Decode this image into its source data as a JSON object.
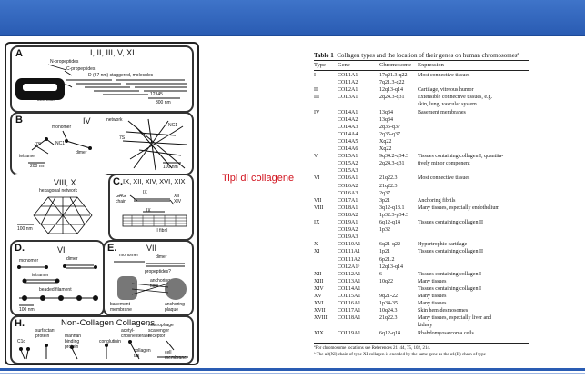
{
  "slide_title": "Tipi di collagene",
  "figure": {
    "panels": [
      {
        "id": "A",
        "title": "I, II, III, V, XI",
        "labels": [
          "N-propeptides",
          "C-propeptides",
          "D (67 nm) staggered, molecules",
          "12345",
          "300 nm",
          "secretion"
        ]
      },
      {
        "id": "B",
        "title": "IV",
        "labels": [
          "monomer",
          "7S",
          "NC1",
          "tetramer",
          "dimer",
          "200 nm",
          "network",
          "7S",
          "NC1",
          "100 nm"
        ]
      },
      {
        "id": "VIII",
        "title": "VIII, X",
        "labels": [
          "hexagonal network",
          "100 nm"
        ]
      },
      {
        "id": "C",
        "title": "IX, XII, XIV, XVI, XIX",
        "labels": [
          "GAG chain",
          "IX",
          "XII XIV",
          "IX",
          "II fibril"
        ]
      },
      {
        "id": "D",
        "title": "VI",
        "labels": [
          "monomer",
          "dimer",
          "tetramer",
          "beaded filament",
          "100 nm"
        ]
      },
      {
        "id": "E",
        "title": "VII",
        "labels": [
          "monomer",
          "dimer",
          "propeptides?",
          "anchoring fibril",
          "basement membrane",
          "anchoring plaque"
        ]
      },
      {
        "id": "H",
        "title": "Non-Collagen Collagens",
        "labels": [
          "macrophage scavenger receptor",
          "surfactant protein",
          "mannan binding protein",
          "acetyl-cholinesterase",
          "conglutinin",
          "C1q",
          "collagen tail",
          "cell membrane"
        ]
      }
    ]
  },
  "table": {
    "caption_bold": "Table 1",
    "caption_text": "Collagen types and the location of their genes on human chromosomesª",
    "headers": [
      "Type",
      "Gene",
      "Chromosome",
      "Expression"
    ],
    "rows": [
      [
        "I",
        "COL1A1",
        "17q21.3-q22",
        "Most connective tissues"
      ],
      [
        "",
        "COL1A2",
        "7q21.3-q22",
        ""
      ],
      [
        "II",
        "COL2A1",
        "12q13-q14",
        "Cartilage, vitreous humor"
      ],
      [
        "III",
        "COL3A1",
        "2q24.3-q31",
        "Extensible connective tissues, e.g."
      ],
      [
        "",
        "",
        "",
        "skin, lung, vascular system"
      ],
      [
        "IV",
        "COL4A1",
        "13q34",
        "Basement membranes"
      ],
      [
        "",
        "COL4A2",
        "13q34",
        ""
      ],
      [
        "",
        "COL4A3",
        "2q35-q37",
        ""
      ],
      [
        "",
        "COL4A4",
        "2q35-q37",
        ""
      ],
      [
        "",
        "COL4A5",
        "Xq22",
        ""
      ],
      [
        "",
        "COL4A6",
        "Xq22",
        ""
      ],
      [
        "V",
        "COL5A1",
        "9q34.2-q34.3",
        "Tissues containing collagen I, quantita-"
      ],
      [
        "",
        "COL5A2",
        "2q24.3-q31",
        "tively minor component"
      ],
      [
        "",
        "COL5A3",
        "",
        ""
      ],
      [
        "VI",
        "COL6A1",
        "21q22.3",
        "Most connective tissues"
      ],
      [
        "",
        "COL6A2",
        "21q22.3",
        ""
      ],
      [
        "",
        "COL6A3",
        "2q37",
        ""
      ],
      [
        "VII",
        "COL7A1",
        "3p21",
        "Anchoring fibrils"
      ],
      [
        "VIII",
        "COL8A1",
        "3q12-q13.1",
        "Many tissues, especially endothelium"
      ],
      [
        "",
        "COL8A2",
        "1p32.3-p34.3",
        ""
      ],
      [
        "IX",
        "COL9A1",
        "6q12-q14",
        "Tissues containing collagen II"
      ],
      [
        "",
        "COL9A2",
        "1p32",
        ""
      ],
      [
        "",
        "COL9A3",
        "",
        ""
      ],
      [
        "X",
        "COL10A1",
        "6q21-q22",
        "Hypertrophic cartilage"
      ],
      [
        "XI",
        "COL11A1",
        "1p21",
        "Tissues containing collagen II"
      ],
      [
        "",
        "COL11A2",
        "6p21.2",
        ""
      ],
      [
        "",
        "COL2A1ᵇ",
        "12q13-q14",
        ""
      ],
      [
        "XII",
        "COL12A1",
        "6",
        "Tissues containing collagen I"
      ],
      [
        "XIII",
        "COL13A1",
        "10q22",
        "Many tissues"
      ],
      [
        "XIV",
        "COL14A1",
        "",
        "Tissues containing collagen I"
      ],
      [
        "XV",
        "COL15A1",
        "9q21-22",
        "Many tissues"
      ],
      [
        "XVI",
        "COL16A1",
        "1p34-35",
        "Many tissues"
      ],
      [
        "XVII",
        "COL17A1",
        "10q24.3",
        "Skin hemidesmosomes"
      ],
      [
        "XVIII",
        "COL18A1",
        "21q22.3",
        "Many tissues, especially liver and"
      ],
      [
        "",
        "",
        "",
        "kidney"
      ],
      [
        "XIX",
        "COL19A1",
        "6q12-q14",
        "Rhabdomyosarcoma cells"
      ]
    ],
    "footnotes": [
      "ªFor chromosome locations see References 21, 44, 75, 102, 214.",
      "ᵇ The α3(XI) chain of type XI collagen is encoded by the same gene as the α1(II) chain of type"
    ]
  }
}
